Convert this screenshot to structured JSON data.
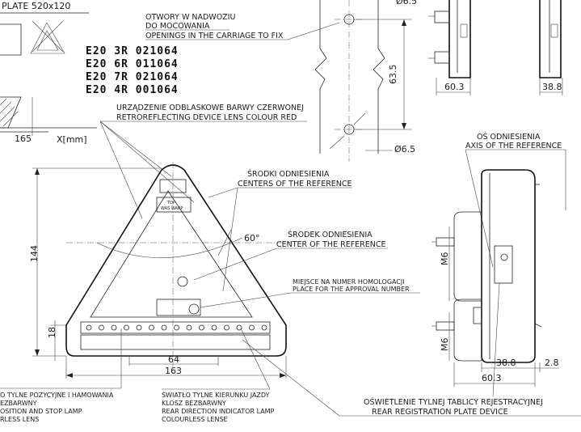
{
  "plate": {
    "label": "PLATE 520x120",
    "dim_x": "165",
    "x_unit": "X[mm]"
  },
  "approval_codes": [
    "E20  3R  021064",
    "E20  6R  011064",
    "E20  7R  021064",
    "E20  4R  001064"
  ],
  "labels": {
    "openings_pl1": "OTWORY W NADWOZIU",
    "openings_pl2": "DO MOCOWANIA",
    "openings_en": "OPENINGS IN THE CARRIAGE TO FIX",
    "reflector_pl": "URZĄDZENIE ODBLASKOWE BARWY CZERWONEJ",
    "reflector_en": "RETROREFLECTING DEVICE LENS COLOUR RED",
    "centers_pl": "ŚRODKI ODNIESIENIA",
    "centers_en": "CENTERS OF THE REFERENCE",
    "center_pl": "ŚRODEK ODNIESIENIA",
    "center_en": "CENTER OF THE REFERENCE",
    "approval_place_pl": "MIEJSCE NA NUMER HOMOLOGACJI",
    "approval_place_en": "PLACE FOR THE APPROVAL NUMBER",
    "axis_pl": "OŚ ODNIESIENIA",
    "axis_en": "AXIS OF THE REFERENCE",
    "position_pl1": "O TYLNE POZYCYJNE I HAMOWANIA",
    "position_pl2": "EZBARWNY",
    "position_en1": "OSITION AND STOP LAMP",
    "position_en2": "RLESS LENS",
    "indicator_pl1": "ŚWIATŁO TYLNE KIERUNKU JAZDY",
    "indicator_pl2": "KLOSZ BEZBARWNY",
    "indicator_en1": "REAR DIRECTION INDICATOR LAMP",
    "indicator_en2": "COLOURLESS LENSE",
    "plate_light_pl": "OŚWIETLENIE TYLNEJ TABLICY REJESTRACYJNEJ",
    "plate_light_en": "REAR REGISTRATION PLATE DEVICE"
  },
  "dimensions": {
    "hole_dia_top": "Ø6.5",
    "hole_dia": "Ø6.5",
    "hole_spacing": "63.5",
    "depth_a": "60.3",
    "depth_b": "38.8",
    "height": "144",
    "bottom_band": "18",
    "inner_width": "64",
    "width": "163",
    "angle": "60°",
    "m6_top": "M6",
    "m6_bottom": "M6",
    "side_38": "38.8",
    "side_28": "2.8",
    "side_60": "60.3"
  },
  "lamp_marks": {
    "top_label": "TOP",
    "brand": "WAŚ WARP"
  }
}
